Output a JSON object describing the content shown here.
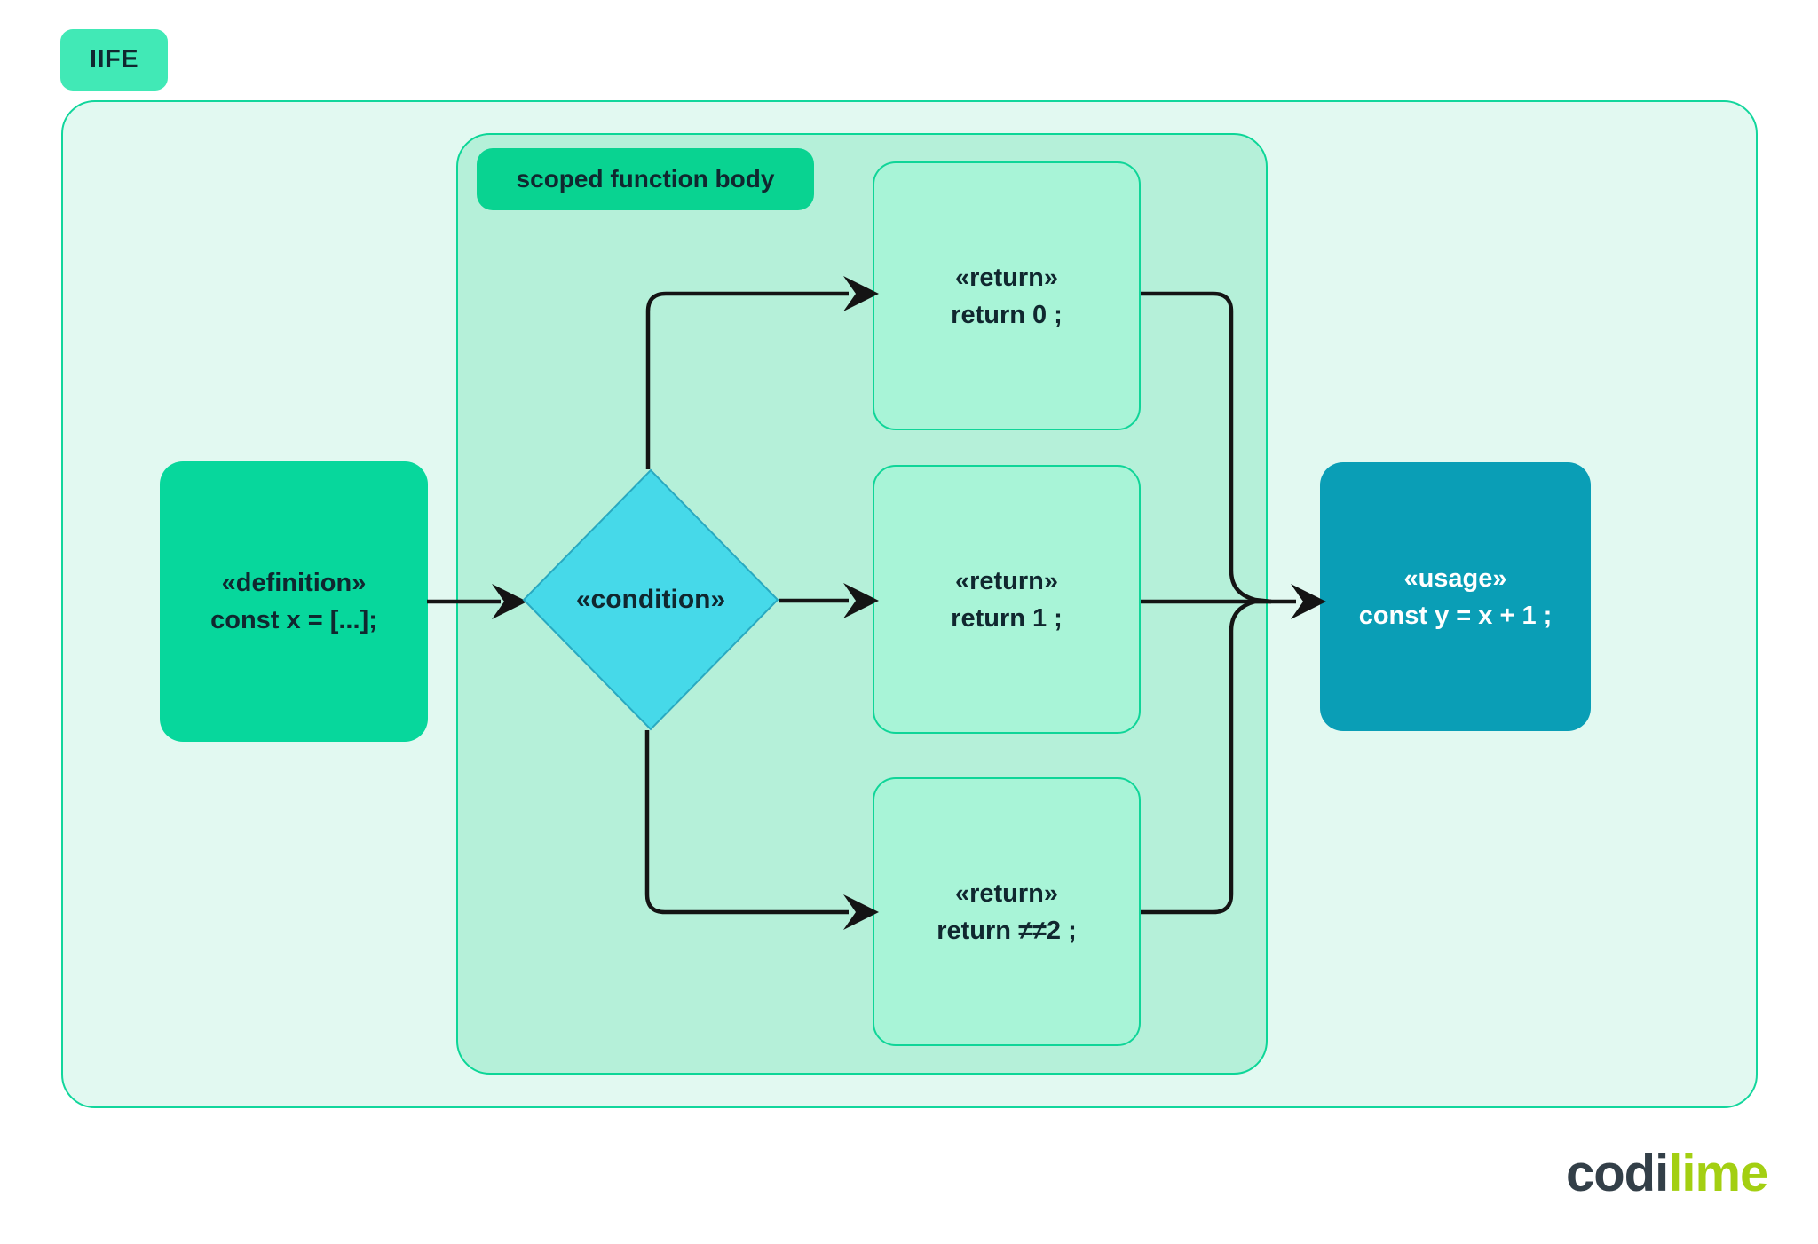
{
  "labels": {
    "iife": "IIFE",
    "scoped_function_body": "scoped function body"
  },
  "nodes": {
    "definition": {
      "stereotype": "«definition»",
      "code": "const x = [...];"
    },
    "condition": {
      "label": "«condition»"
    },
    "return_0": {
      "stereotype": "«return»",
      "code": "return 0 ;"
    },
    "return_1": {
      "stereotype": "«return»",
      "code": "return 1 ;"
    },
    "return_2": {
      "stereotype": "«return»",
      "code": "return ≠≠2 ;"
    },
    "usage": {
      "stereotype": "«usage»",
      "code": "const y = x + 1 ;"
    }
  },
  "logo": {
    "dark": "codi",
    "lime": "lime"
  },
  "colors": {
    "outer_container_fill": "#e2f9f1",
    "outer_container_border": "#12d69c",
    "inner_container_fill": "#b5f0d9",
    "inner_container_border": "#0cd697",
    "iife_badge_fill": "#41e9b6",
    "scoped_badge_fill": "#09d391",
    "definition_fill": "#07d79c",
    "return_fill": "#a8f4d7",
    "return_border": "#0fd598",
    "usage_fill": "#0a9eb6",
    "diamond_fill": "#46d9e9",
    "diamond_border": "#29a9c0",
    "connector": "#141414",
    "text_dark": "#10272f",
    "text_light": "#ffffff",
    "logo_dark": "#333f48",
    "logo_lime": "#a3cf12"
  }
}
